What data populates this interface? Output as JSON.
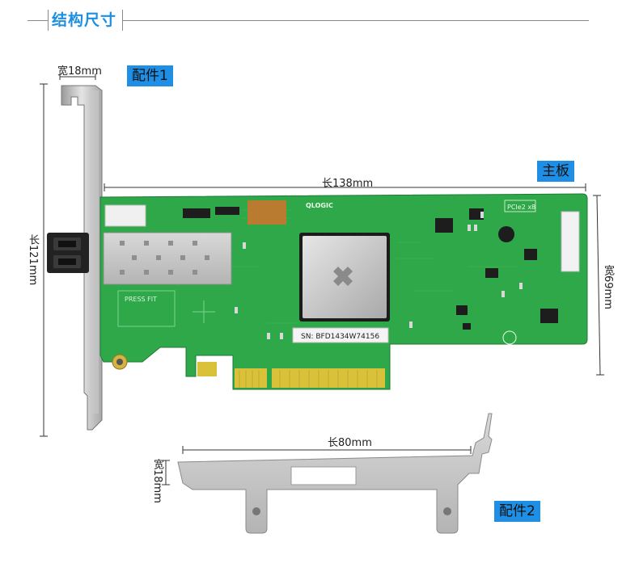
{
  "section_title": "结构尺寸",
  "labels": {
    "part1": "配件1",
    "mainboard": "主板",
    "part2": "配件2"
  },
  "dimensions": {
    "bracket1_width": "宽18mm",
    "card_length": "长138mm",
    "bracket1_height": "长121mm",
    "card_width": "宽69mm",
    "bracket2_length": "长80mm",
    "bracket2_width": "宽18mm"
  },
  "card_print": {
    "brand": "QLOGIC",
    "serial": "SN: BFD1434W74156",
    "pcie": "PCIe2 x8",
    "press_fit": "PRESS FIT"
  },
  "colors": {
    "accent": "#1e8ee0",
    "tag_bg": "#1f8fe6",
    "pcb_green": "#2fa84a",
    "gold": "#d9c23a"
  }
}
